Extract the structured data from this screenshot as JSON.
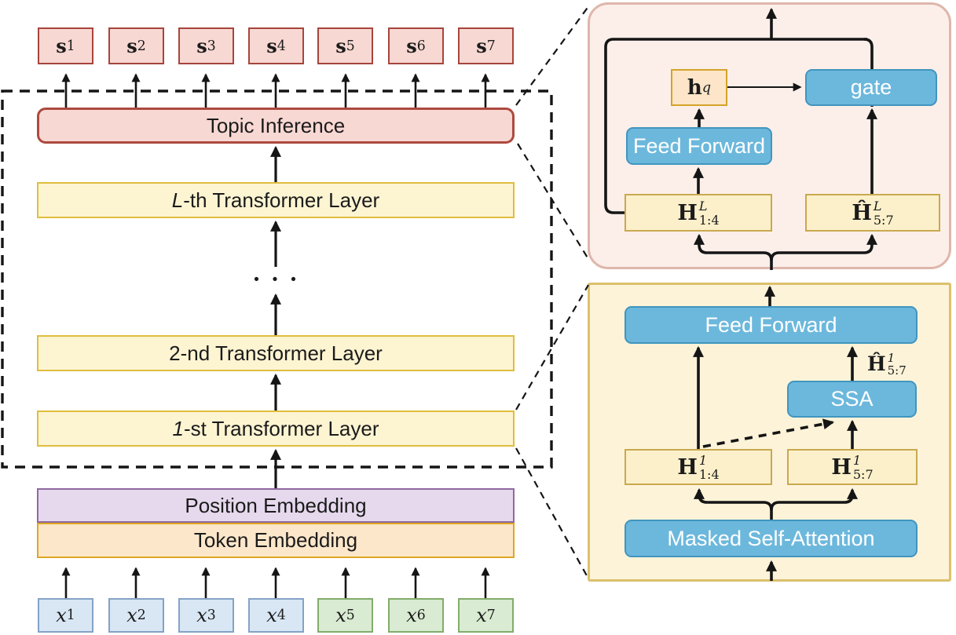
{
  "main": {
    "outputs": [
      {
        "base": "s",
        "sub": "1"
      },
      {
        "base": "s",
        "sub": "2"
      },
      {
        "base": "s",
        "sub": "3"
      },
      {
        "base": "s",
        "sub": "4"
      },
      {
        "base": "s",
        "sub": "5"
      },
      {
        "base": "s",
        "sub": "6"
      },
      {
        "base": "s",
        "sub": "7"
      }
    ],
    "inputs": [
      {
        "base": "x",
        "sub": "1"
      },
      {
        "base": "x",
        "sub": "2"
      },
      {
        "base": "x",
        "sub": "3"
      },
      {
        "base": "x",
        "sub": "4"
      },
      {
        "base": "x",
        "sub": "5"
      },
      {
        "base": "x",
        "sub": "6"
      },
      {
        "base": "x",
        "sub": "7"
      }
    ],
    "topic_inference": "Topic Inference",
    "layers": [
      {
        "italic": "L",
        "rest": "-th Transformer Layer"
      },
      {
        "italic": "",
        "rest": "2-nd Transformer Layer"
      },
      {
        "italic": "1",
        "rest": "-st Transformer Layer"
      }
    ],
    "dots": "· · ·",
    "position_embedding": "Position Embedding",
    "token_embedding": "Token Embedding"
  },
  "topic_panel": {
    "h_query": {
      "base": "h",
      "sup": "q"
    },
    "gate": "gate",
    "feed_forward": "Feed Forward",
    "h_left": {
      "base": "H",
      "sup": "L",
      "sub": "1:4"
    },
    "h_right": {
      "base": "Ĥ",
      "sup": "L",
      "sub": "5:7"
    }
  },
  "layer_panel": {
    "feed_forward": "Feed Forward",
    "ssa": "SSA",
    "ssa_out": {
      "base": "Ĥ",
      "sup": "1",
      "sub": "5:7"
    },
    "h_left": {
      "base": "H",
      "sup": "1",
      "sub": "1:4"
    },
    "h_right": {
      "base": "H",
      "sup": "1",
      "sub": "5:7"
    },
    "masked_self_attention": "Masked Self-Attention"
  },
  "colors": {
    "red_fill": "#f8d8d3",
    "red_border": "#a6453c",
    "yellow_fill": "#fdf4d2",
    "yellow_border": "#dfbe3e",
    "purple_fill": "#e6d9ed",
    "orange_fill": "#fde7ca",
    "blue_box": "#6cb8dc",
    "pink_panel": "#fcefe9",
    "cream_panel": "#fcf3d9",
    "hbox_fill": "#fbf0ca",
    "hq_fill": "#fce5c8",
    "line": "#151515"
  }
}
